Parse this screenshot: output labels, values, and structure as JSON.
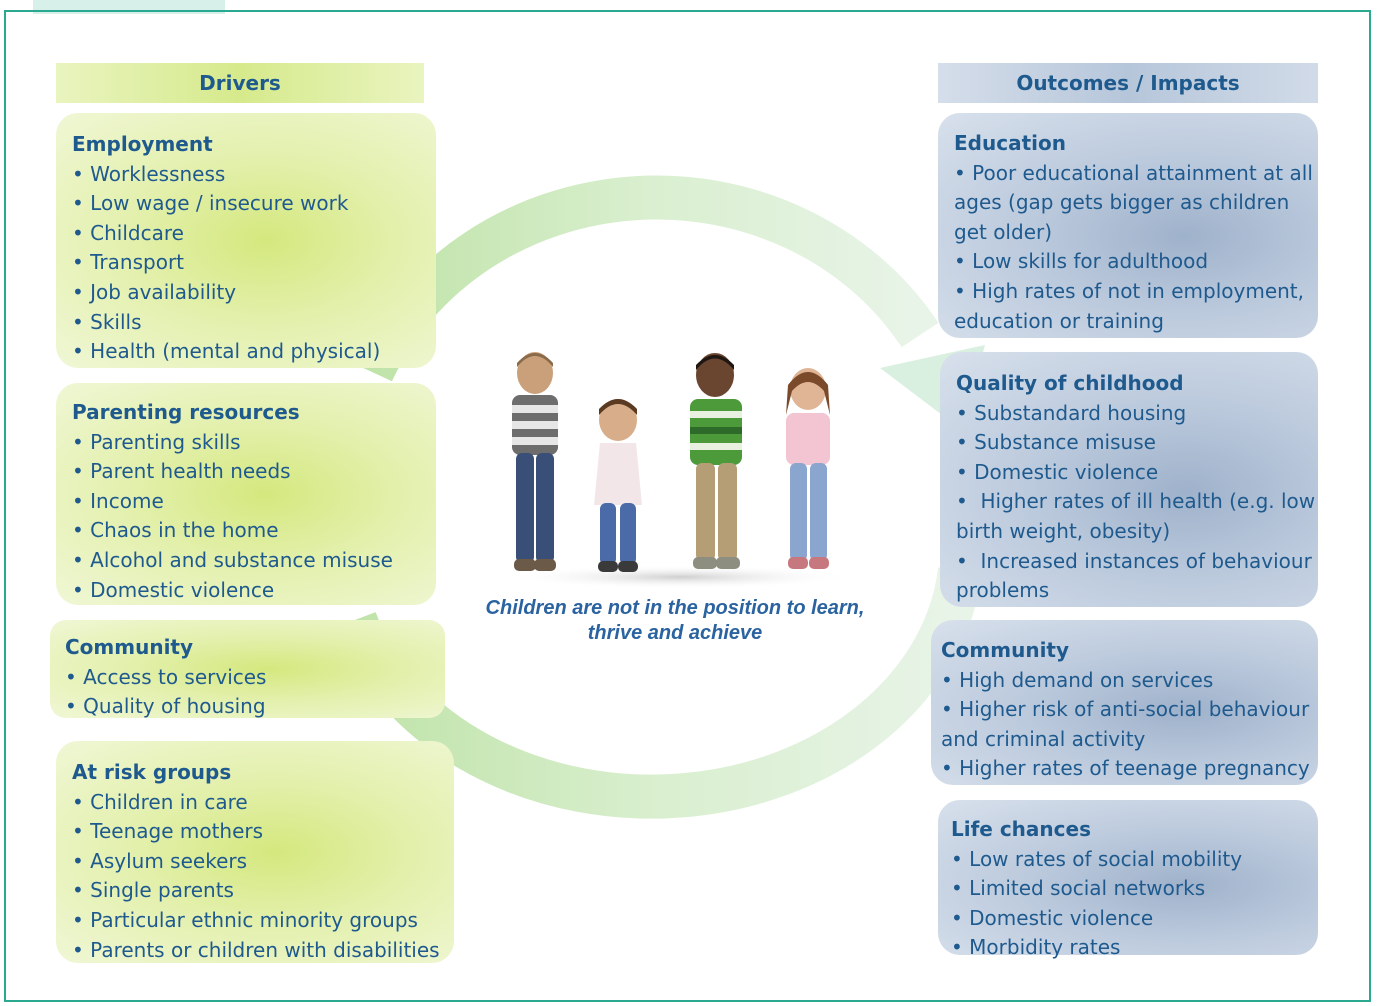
{
  "drivers": {
    "header": "Drivers",
    "sections": [
      {
        "title": "Employment",
        "items": [
          "Worklessness",
          "Low wage / insecure work",
          "Childcare",
          "Transport",
          "Job availability",
          "Skills",
          "Health (mental and physical)"
        ]
      },
      {
        "title": "Parenting resources",
        "items": [
          "Parenting skills",
          "Parent health needs",
          "Income",
          "Chaos in the home",
          "Alcohol and substance misuse",
          "Domestic violence"
        ]
      },
      {
        "title": "Community",
        "items": [
          "Access to services",
          "Quality of housing"
        ]
      },
      {
        "title": "At risk groups",
        "items": [
          "Children in care",
          "Teenage mothers",
          "Asylum seekers",
          "Single parents",
          "Particular ethnic minority groups",
          "Parents or children with disabilities"
        ]
      }
    ]
  },
  "outcomes": {
    "header": "Outcomes / Impacts",
    "sections": [
      {
        "title": "Education",
        "items": [
          "Poor educational attainment at all ages (gap gets bigger as children get older)",
          "Low skills for adulthood",
          "High rates of not in employment, education or training"
        ]
      },
      {
        "title": "Quality of childhood",
        "items": [
          "Substandard housing",
          "Substance misuse",
          "Domestic violence",
          " Higher rates of ill health (e.g. low birth weight, obesity)",
          " Increased instances of behaviour problems"
        ]
      },
      {
        "title": "Community",
        "items": [
          "High demand on services",
          "Higher risk of anti-social behaviour and criminal activity",
          "Higher rates of teenage pregnancy"
        ]
      },
      {
        "title": "Life chances",
        "items": [
          "Low rates of social mobility",
          "Limited social networks",
          "Domestic violence",
          "Morbidity rates"
        ]
      }
    ]
  },
  "center": {
    "caption_line1": "Children are not in the position to learn,",
    "caption_line2": "thrive and achieve"
  },
  "colors": {
    "frame": "#2aa890",
    "text": "#1f5a8e",
    "caption": "#2a63a0",
    "driver_fill": "#d6ea8c",
    "outcome_fill": "#b6c6da",
    "arrow": "#cde8c0"
  }
}
